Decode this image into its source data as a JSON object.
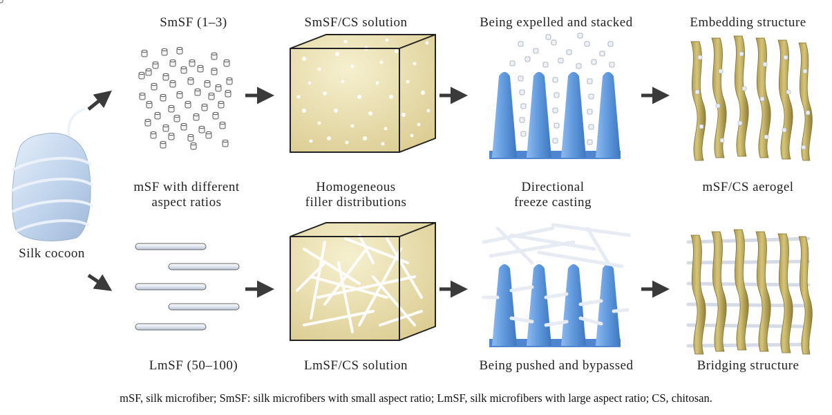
{
  "labels": {
    "smsf": "SmSF (1–3)",
    "smsf_cs_solution": "SmSF/CS solution",
    "expelled": "Being expelled and stacked",
    "embedding": "Embedding structure",
    "msf_line1": "mSF with different",
    "msf_line2": "aspect ratios",
    "homog_line1": "Homogeneous",
    "homog_line2": "filler distributions",
    "dir_line1": "Directional",
    "dir_line2": "freeze casting",
    "aerogel": "mSF/CS aerogel",
    "cocoon": "Silk cocoon",
    "lmsf": "LmSF (50–100)",
    "lmsf_cs_solution": "LmSF/CS solution",
    "pushed": "Being pushed and bypassed",
    "bridging": "Bridging structure"
  },
  "caption": "mSF, silk microfiber; SmSF: silk microfibers with small aspect ratio; LmSF, silk microfibers with large aspect ratio; CS, chitosan.",
  "colors": {
    "ice": "#5b93d6",
    "ice_light": "#8dbaf0",
    "chitosan": "#c8b565",
    "chitosan_dark": "#8f7e3a",
    "solution": "#e9ddb0",
    "fiber": "#dfe5ef",
    "cocoon": "#c6d8ee"
  }
}
